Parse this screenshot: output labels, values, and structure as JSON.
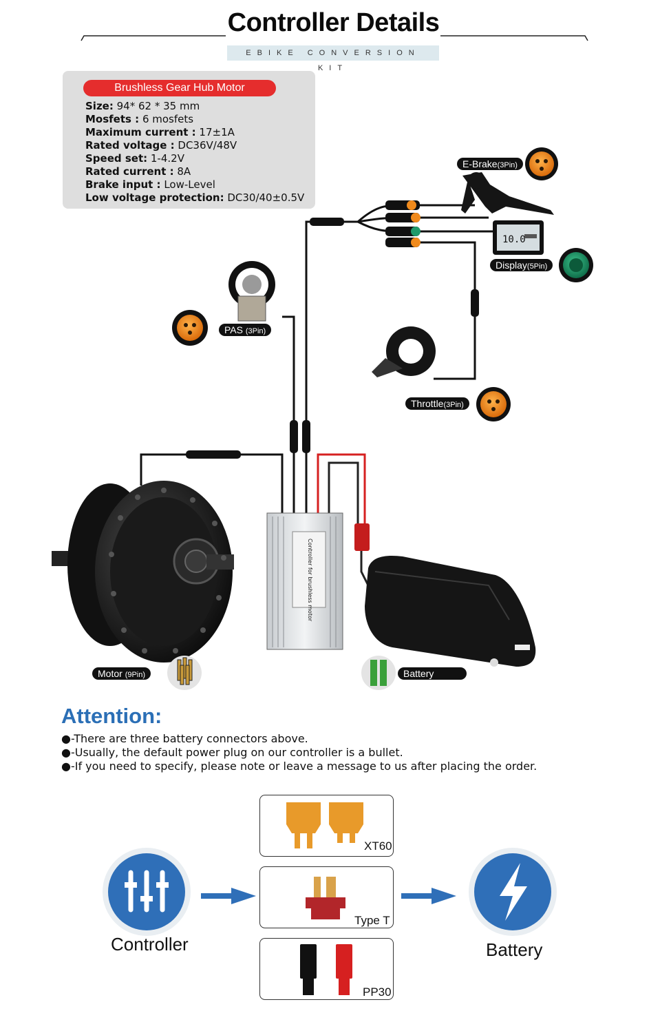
{
  "header": {
    "title": "Controller Details",
    "subtitle": "EBIKE CONVERSION KIT"
  },
  "specs": {
    "heading": "Brushless Gear Hub Motor",
    "rows": [
      {
        "label": "Size:",
        "value": " 94* 62 * 35 mm"
      },
      {
        "label": "Mosfets :",
        "value": " 6 mosfets"
      },
      {
        "label": "Maximum current :",
        "value": " 17±1A"
      },
      {
        "label": "Rated voltage :",
        "value": " DC36V/48V"
      },
      {
        "label": "Speed set:",
        "value": " 1-4.2V"
      },
      {
        "label": "Rated current :",
        "value": " 8A"
      },
      {
        "label": "Brake input :",
        "value": " Low-Level"
      },
      {
        "label": "Low voltage protection:",
        "value": " DC30/40±0.5V"
      }
    ]
  },
  "parts": {
    "ebrake": {
      "name": "E-Brake",
      "pins": "(3Pin)"
    },
    "display": {
      "name": "Display",
      "pins": "(5Pin)"
    },
    "pas": {
      "name": "PAS ",
      "pins": "(3Pin)"
    },
    "throttle": {
      "name": "Throttle",
      "pins": "(3Pin)"
    },
    "motor": {
      "name": "Motor ",
      "pins": "(9Pin)"
    },
    "battery": {
      "name": "Battery"
    },
    "controller_label": "Controller for brushless motor"
  },
  "attention": {
    "title": "Attention:",
    "items": [
      "●-There are three battery connectors above.",
      "●-Usually, the default power plug on our controller is a bullet.",
      "●-If you need to specify, please note or leave a message to us after placing the order."
    ]
  },
  "connectors": {
    "xt60": "XT60",
    "type_t": "Type T",
    "pp30": "PP30"
  },
  "flow": {
    "left": "Controller",
    "right": "Battery"
  },
  "colors": {
    "accent_blue": "#2b6fb6",
    "pill_red": "#e52d2d",
    "connector_orange": "#f08a1c",
    "connector_green": "#1f9a6a"
  }
}
